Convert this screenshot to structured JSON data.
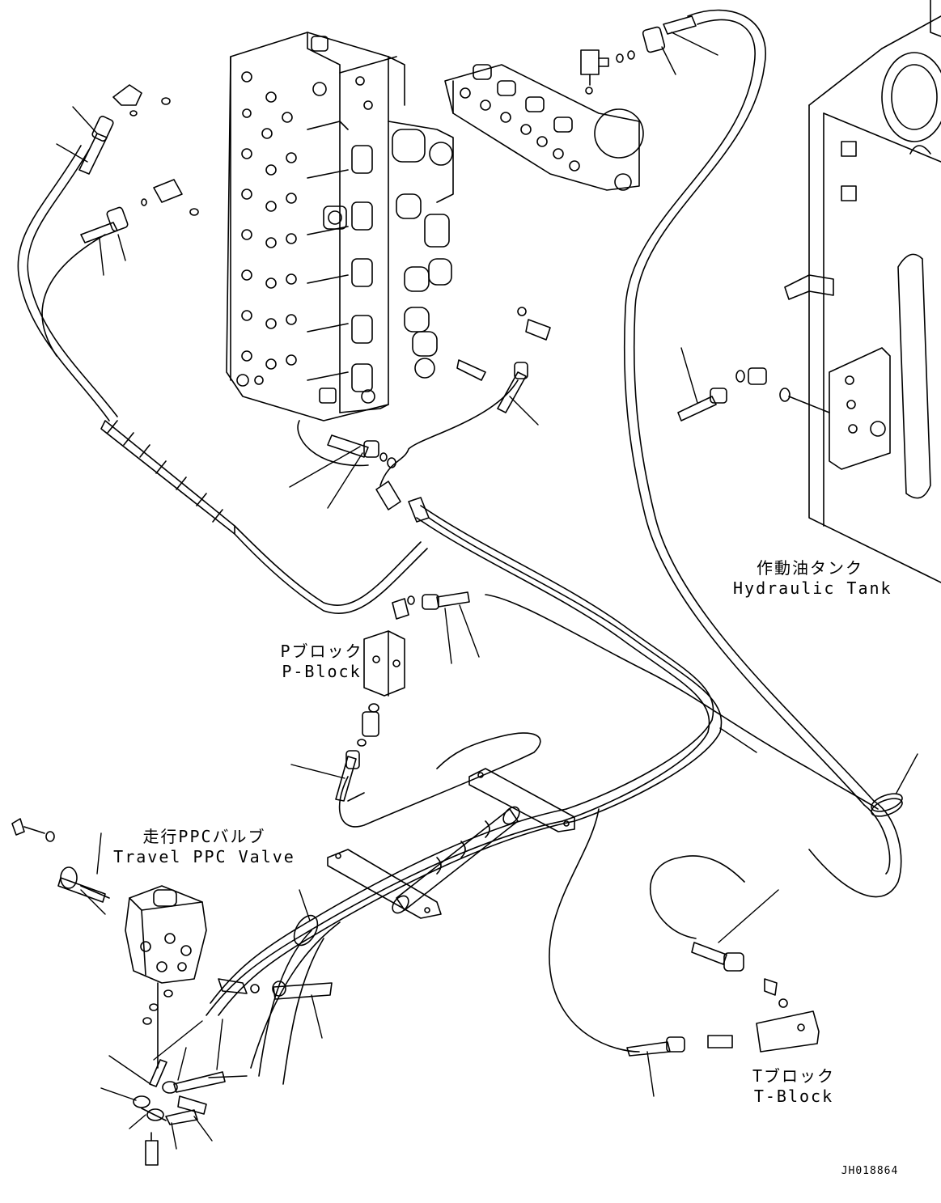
{
  "labels": {
    "hydraulic_tank_jp": "作動油タンク",
    "hydraulic_tank_en": "Hydraulic Tank",
    "p_block_jp": "Pブロック",
    "p_block_en": "P-Block",
    "travel_ppc_jp": "走行PPCバルブ",
    "travel_ppc_en": "Travel PPC Valve",
    "t_block_jp": "Tブロック",
    "t_block_en": "T-Block"
  },
  "drawing_code": "JH018864",
  "colors": {
    "line": "#000000",
    "background": "#ffffff"
  }
}
